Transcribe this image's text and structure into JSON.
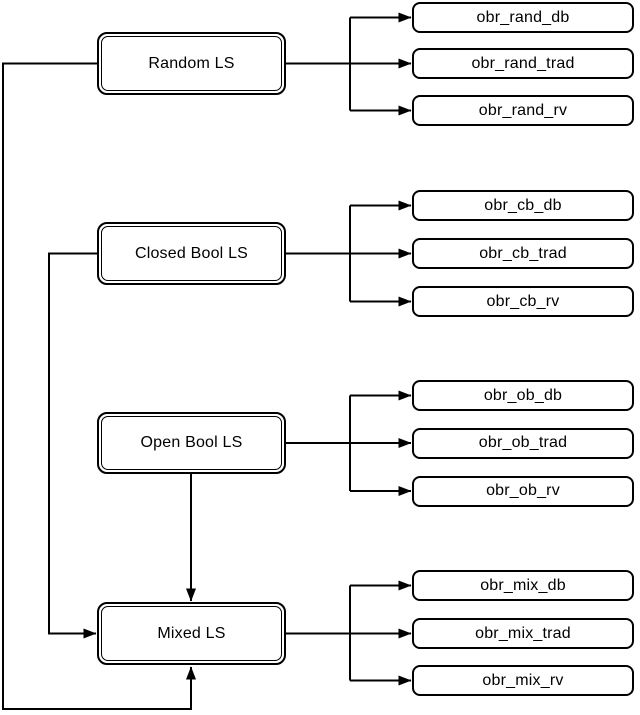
{
  "diagram": {
    "background_color": "#ffffff",
    "line_color": "#000000",
    "node_fill": "#ffffff",
    "groups": [
      {
        "parent": "Random LS",
        "children": [
          "obr_rand_db",
          "obr_rand_trad",
          "obr_rand_rv"
        ]
      },
      {
        "parent": "Closed Bool LS",
        "children": [
          "obr_cb_db",
          "obr_cb_trad",
          "obr_cb_rv"
        ]
      },
      {
        "parent": "Open Bool LS",
        "children": [
          "obr_ob_db",
          "obr_ob_trad",
          "obr_ob_rv"
        ]
      },
      {
        "parent": "Mixed LS",
        "children": [
          "obr_mix_db",
          "obr_mix_trad",
          "obr_mix_rv"
        ]
      }
    ],
    "edges": [
      {
        "from": "Random LS",
        "to": "obr_rand_db"
      },
      {
        "from": "Random LS",
        "to": "obr_rand_trad"
      },
      {
        "from": "Random LS",
        "to": "obr_rand_rv"
      },
      {
        "from": "Closed Bool LS",
        "to": "obr_cb_db"
      },
      {
        "from": "Closed Bool LS",
        "to": "obr_cb_trad"
      },
      {
        "from": "Closed Bool LS",
        "to": "obr_cb_rv"
      },
      {
        "from": "Open Bool LS",
        "to": "obr_ob_db"
      },
      {
        "from": "Open Bool LS",
        "to": "obr_ob_trad"
      },
      {
        "from": "Open Bool LS",
        "to": "obr_ob_rv"
      },
      {
        "from": "Mixed LS",
        "to": "obr_mix_db"
      },
      {
        "from": "Mixed LS",
        "to": "obr_mix_trad"
      },
      {
        "from": "Mixed LS",
        "to": "obr_mix_rv"
      },
      {
        "from": "Random LS",
        "to": "Mixed LS"
      },
      {
        "from": "Closed Bool LS",
        "to": "Mixed LS"
      },
      {
        "from": "Open Bool LS",
        "to": "Mixed LS"
      }
    ]
  }
}
